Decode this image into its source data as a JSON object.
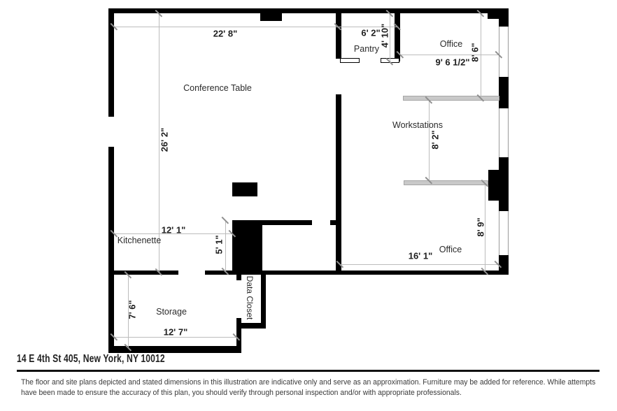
{
  "title": {
    "address": "14 E 4th St 405, New York, NY 10012"
  },
  "disclaimer": {
    "line1": "The floor and site plans depicted and stated dimensions in this illustration are indicative only and serve as an approximation. Furniture may be added for reference. While attempts",
    "line2": "have been made to ensure the accuracy of this plan, you should verify through personal inspection and/or with appropriate professionals."
  },
  "rooms": {
    "conference": "Conference Table",
    "pantry": "Pantry",
    "office_top": "Office",
    "workstations": "Workstations",
    "kitchenette": "Kitchenette",
    "storage": "Storage",
    "data_closet": "Data Closet",
    "office_bottom": "Office"
  },
  "dimensions": {
    "conference_width": "22' 8\"",
    "conference_height": "26' 2\"",
    "pantry_width": "6' 2\"",
    "pantry_depth": "4' 10\"",
    "office_top_width": "9' 6 1/2\"",
    "office_top_depth": "8' 6\"",
    "workstations_depth": "8' 2\"",
    "kitchenette_width": "12' 1\"",
    "kitchenette_depth": "5' 1\"",
    "office_bottom_width": "16' 1\"",
    "office_bottom_depth": "8' 9\"",
    "storage_depth": "7' 6\"",
    "storage_width": "12' 7\""
  },
  "colors": {
    "wall": "#000000",
    "partition": "#c9c9c9",
    "dimension_line": "#bcbcbc",
    "text": "#2b2b2b"
  }
}
